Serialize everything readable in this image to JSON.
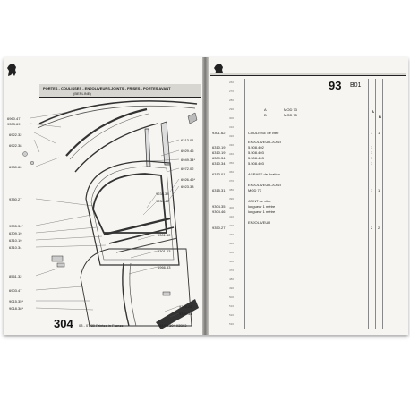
{
  "left_page": {
    "header_title": "PORTES - COULISSES - ENJOLIVEURS,JOINTS - FRISES - PORTES AVANT",
    "header_subtitle": "(BERLINE)",
    "callouts_left": [
      "6960.47",
      "9333.69*",
      "6922.32",
      "6922.38",
      "6930.60",
      "9350.27",
      "9305.34*",
      "6309.19",
      "6310.19",
      "6310.34",
      "8561.32",
      "6903.47",
      "9015.35*",
      "9018.38*"
    ],
    "callouts_right": [
      "6313.01",
      "6929.46",
      "6949.34*",
      "6972.02",
      "6926.46*",
      "6923.38",
      "9234.38",
      "9234.46*",
      "9301.62",
      "9301.63",
      "6966.53",
      "9326.29",
      "9329.34"
    ],
    "footer_model": "304",
    "footer_text": "03 - 07/80 Printed in France",
    "footer_right": "84/92  304  93B03"
  },
  "right_page": {
    "page_number": "93",
    "section_code": "B01",
    "legend": [
      {
        "key": "A",
        "text": "MOD 73"
      },
      {
        "key": "B",
        "text": "MOD 75"
      }
    ],
    "col_headers": [
      "A",
      "B"
    ],
    "rows": [
      {
        "ref": "9301.62",
        "desc": "COULISSE de vitre",
        "qa": "1",
        "qb": "1"
      },
      {
        "ref": "",
        "desc": "ENJOLIVEUR-JOINT",
        "qa": "",
        "qb": ""
      },
      {
        "ref": "6310.19",
        "desc": "5.508.402",
        "qa": "1",
        "qb": ""
      },
      {
        "ref": "6310.19",
        "desc": "5.508.403",
        "qa": "1",
        "qb": ""
      },
      {
        "ref": "6309.34",
        "desc": "5.508.403",
        "qa": "1",
        "qb": ""
      },
      {
        "ref": "6310.34",
        "desc": "5.508.403",
        "qa": "1",
        "qb": ""
      },
      {
        "ref": "6313.01",
        "desc": "AGRAFE de fixation",
        "qa": "",
        "qb": ""
      },
      {
        "ref": "",
        "desc": "ENJOLIVEUR-JOINT",
        "qa": "",
        "qb": ""
      },
      {
        "ref": "6315.31",
        "desc": "MOD 77",
        "qa": "1",
        "qb": "1"
      },
      {
        "ref": "",
        "desc": "JOINT de vitre",
        "qa": "",
        "qb": ""
      },
      {
        "ref": "9304.35",
        "desc": "longueur 1 mètre",
        "qa": "",
        "qb": ""
      },
      {
        "ref": "9304.46",
        "desc": "longueur 1 mètre",
        "qa": "",
        "qb": ""
      },
      {
        "ref": "",
        "desc": "ENJOLIVEUR",
        "qa": "",
        "qb": ""
      },
      {
        "ref": "9350.27",
        "desc": "",
        "qa": "2",
        "qb": "2"
      }
    ],
    "line_numbers": [
      "260",
      "270",
      "280",
      "290",
      "300",
      "310",
      "320",
      "330",
      "340",
      "350",
      "360",
      "370",
      "380",
      "390",
      "400",
      "410",
      "420",
      "430",
      "440",
      "450",
      "460",
      "470",
      "480",
      "490",
      "500",
      "510",
      "520",
      "530"
    ]
  }
}
